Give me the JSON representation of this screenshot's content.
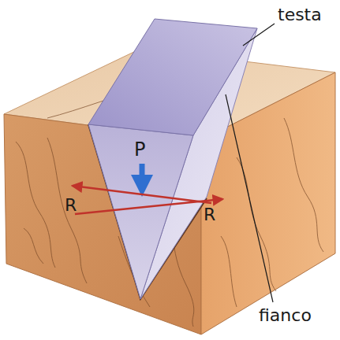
{
  "diagram": {
    "labels": [
      "testa",
      "P",
      "R",
      "R",
      "fianco"
    ]
  }
}
